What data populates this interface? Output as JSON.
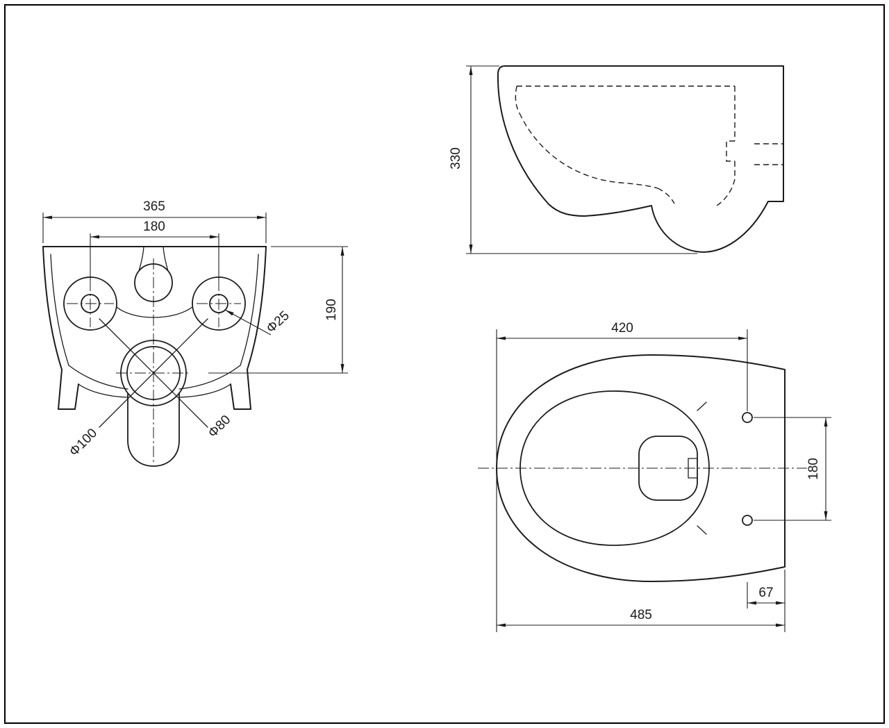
{
  "drawing": {
    "background": "#ffffff",
    "line_color": "#1b1b1b",
    "views": {
      "rear": {
        "dim_overall_width": "365",
        "dim_hole_spacing": "180",
        "dim_rim_to_outlet": "190",
        "label_fixing_hole_dia": "Φ25",
        "label_outlet_outer_dia": "Φ100",
        "label_outlet_inner_dia": "Φ80"
      },
      "side": {
        "dim_overall_height": "330"
      },
      "top": {
        "dim_front_to_holes": "420",
        "dim_hole_spacing": "180",
        "dim_holes_to_wall": "67",
        "dim_overall_depth": "485"
      }
    }
  }
}
